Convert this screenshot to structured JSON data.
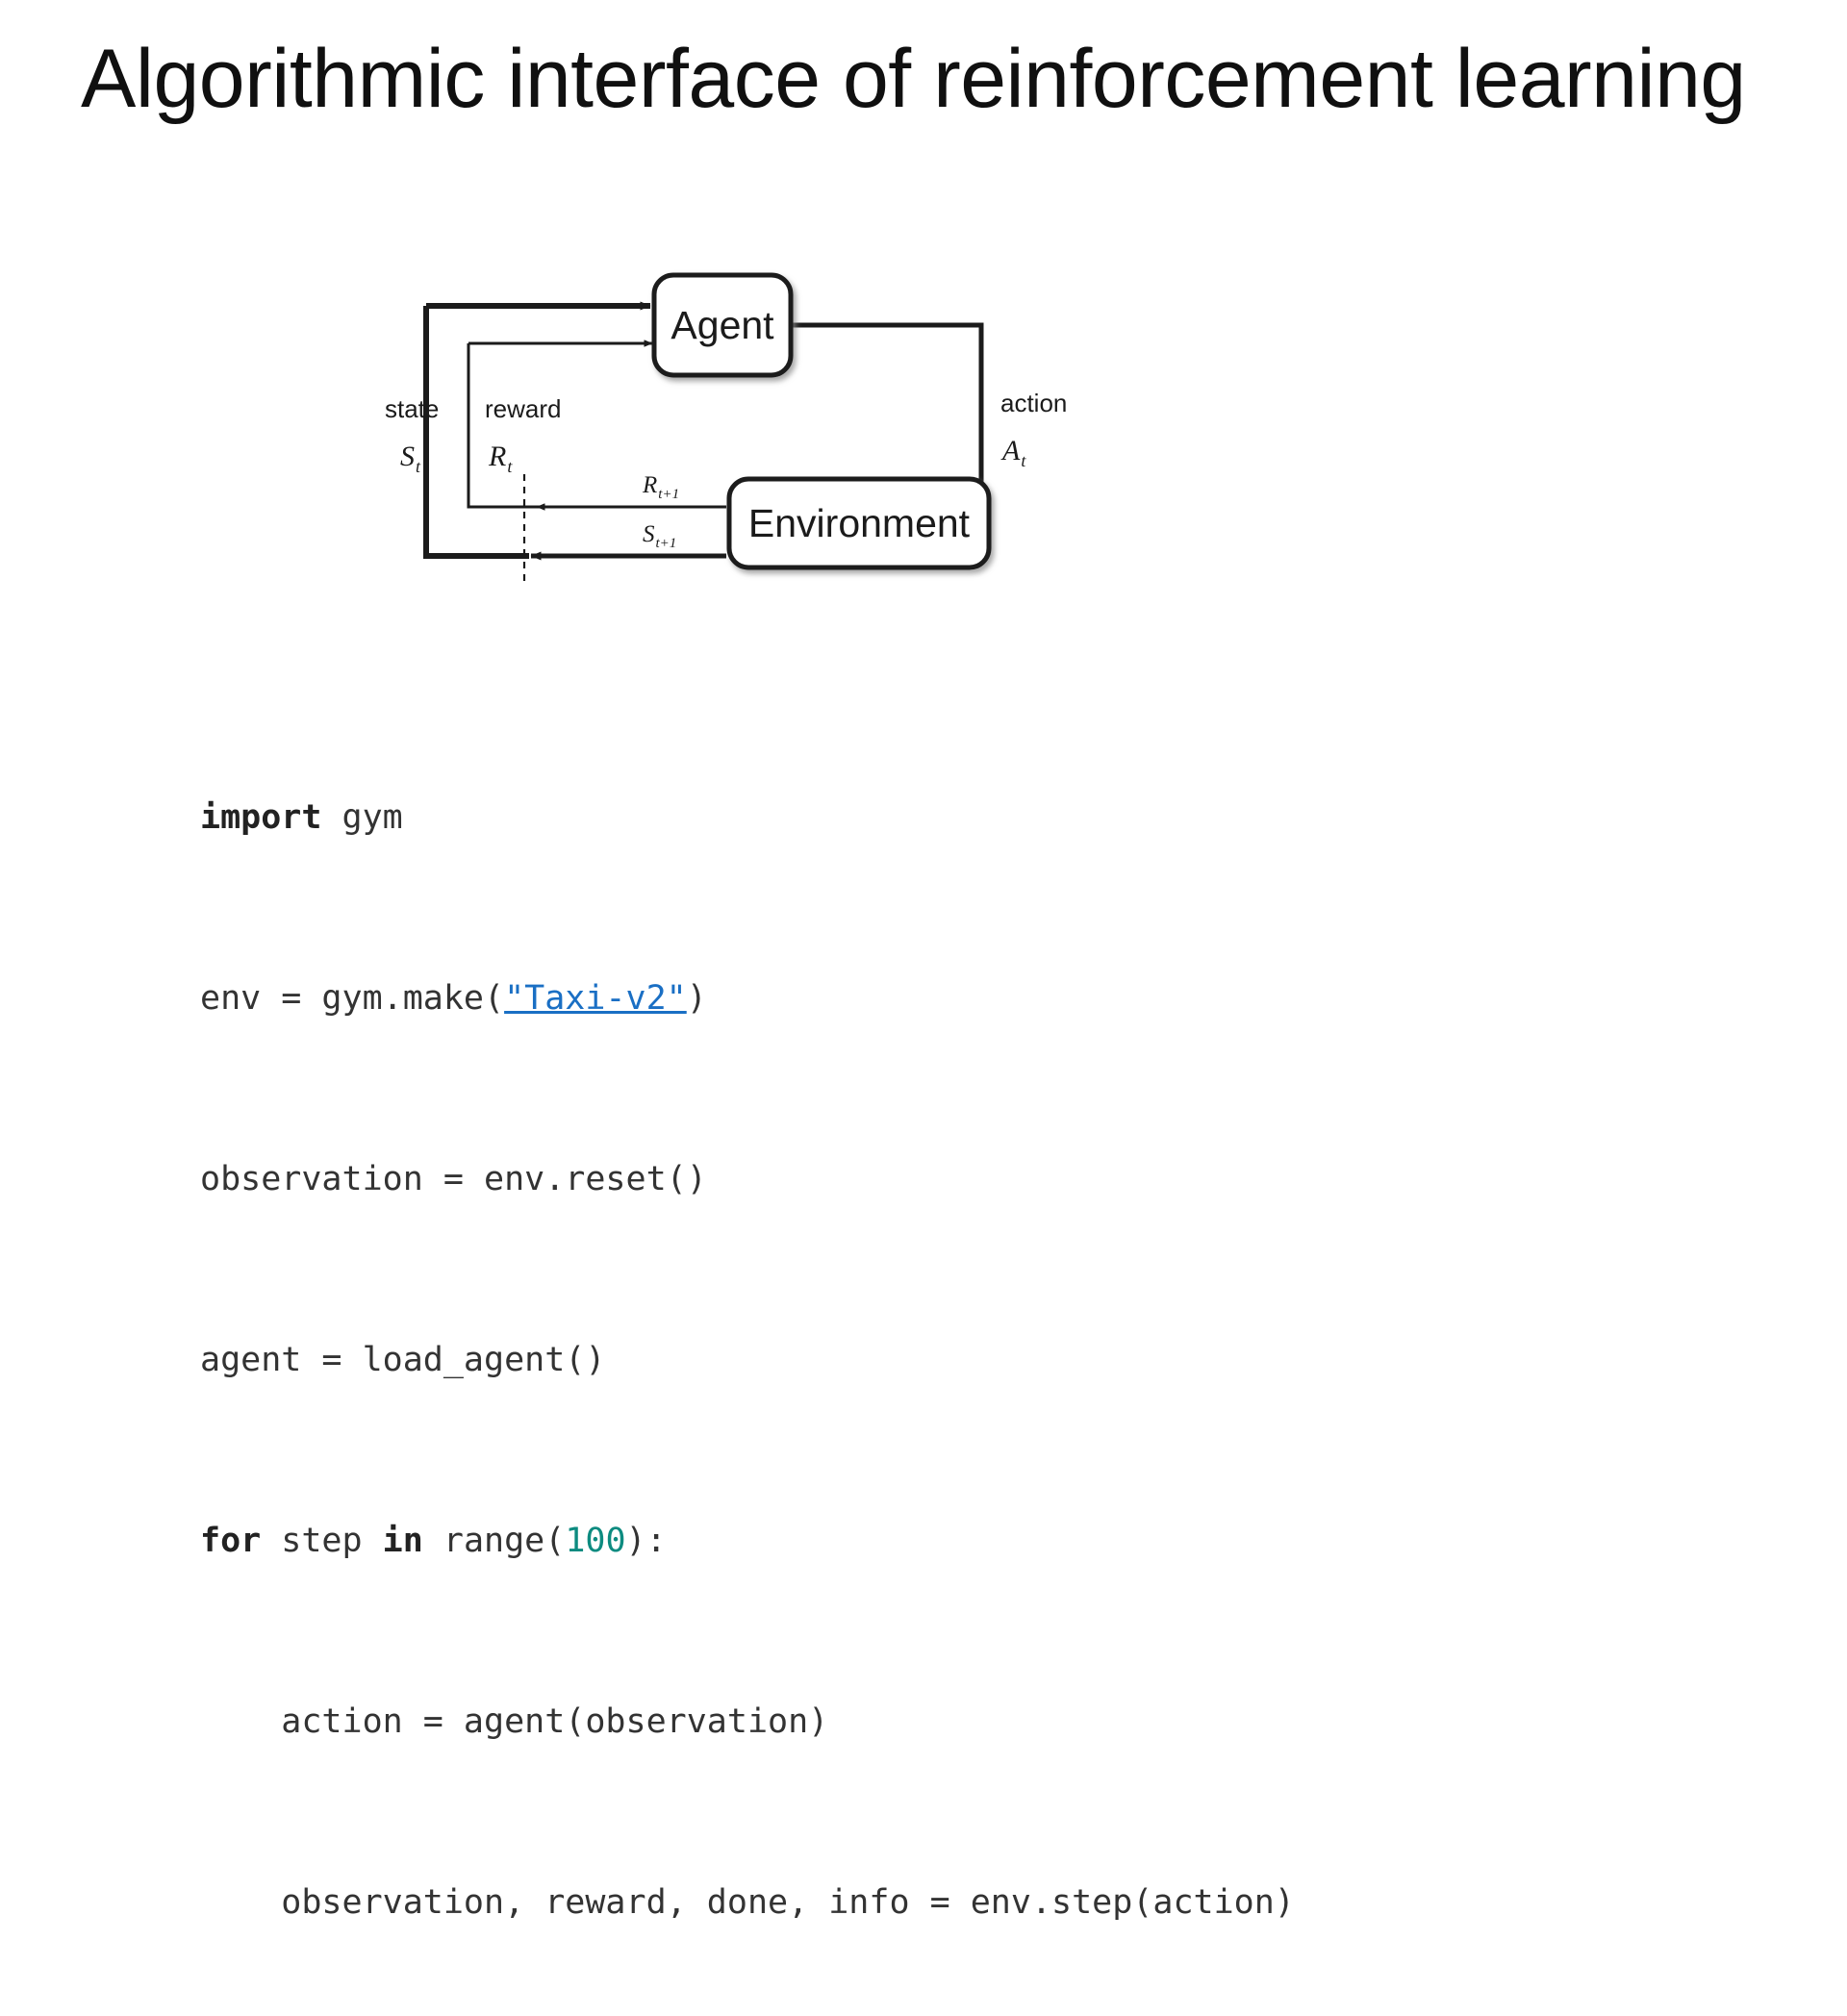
{
  "slide": {
    "title": "Algorithmic interface of reinforcement learning",
    "background_color": "#ffffff",
    "text_color": "#101010"
  },
  "diagram": {
    "name": "reinforcement-learning-loop",
    "type": "agent-environment-loop",
    "nodes": [
      {
        "id": "agent",
        "label": "Agent"
      },
      {
        "id": "environment",
        "label": "Environment"
      }
    ],
    "edges": [
      {
        "id": "state",
        "word": "state",
        "symbol": "S",
        "subscript": "t",
        "from": "environment",
        "to": "agent"
      },
      {
        "id": "reward",
        "word": "reward",
        "symbol": "R",
        "subscript": "t",
        "from": "environment",
        "to": "agent"
      },
      {
        "id": "action",
        "word": "action",
        "symbol": "A",
        "subscript": "t",
        "from": "agent",
        "to": "environment"
      },
      {
        "id": "reward-next",
        "symbol": "R",
        "subscript": "t+1",
        "from": "environment",
        "to": "agent"
      },
      {
        "id": "state-next",
        "symbol": "S",
        "subscript": "t+1",
        "from": "environment",
        "to": "agent"
      }
    ],
    "labels": {
      "agent": "Agent",
      "environment": "Environment",
      "state_word": "state",
      "state_sym": "S",
      "state_sub": "t",
      "reward_word": "reward",
      "reward_sym": "R",
      "reward_sub": "t",
      "action_word": "action",
      "action_sym": "A",
      "action_sub": "t",
      "reward_next_sym": "R",
      "reward_next_sub": "t+1",
      "state_next_sym": "S",
      "state_next_sub": "t+1"
    },
    "stroke_color": "#1b1b1b"
  },
  "code": {
    "language": "python",
    "link_color": "#1a6fc4",
    "number_color": "#0d8b80",
    "keyword_color": "#222222",
    "text_color": "#333333",
    "lines": [
      {
        "n": 1,
        "text": "import gym"
      },
      {
        "n": 2,
        "text": "env = gym.make(\"Taxi-v2\")"
      },
      {
        "n": 3,
        "text": "observation = env.reset()"
      },
      {
        "n": 4,
        "text": "agent = load_agent()"
      },
      {
        "n": 5,
        "text": "for step in range(100):"
      },
      {
        "n": 6,
        "text": "    action = agent(observation)"
      },
      {
        "n": 7,
        "text": "    observation, reward, done, info = env.step(action)"
      }
    ],
    "tokens": {
      "kw_import": "import",
      "kw_for": "for",
      "kw_in": "in",
      "link_text": "\"Taxi-v2\"",
      "number_100": "100",
      "l1_rest": " gym",
      "l2_pre": "env = gym.make(",
      "l2_post": ")",
      "l3": "observation = env.reset()",
      "l4": "agent = load_agent()",
      "l5_a": " step ",
      "l5_b": " range(",
      "l5_c": "):",
      "l6": "    action = agent(observation)",
      "l7": "    observation, reward, done, info = env.step(action)"
    }
  }
}
